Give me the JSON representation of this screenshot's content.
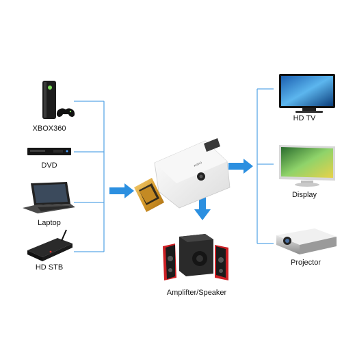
{
  "inputs": [
    {
      "label": "XBOX360",
      "icon": "xbox360-console-icon"
    },
    {
      "label": "DVD",
      "icon": "dvd-player-icon"
    },
    {
      "label": "Laptop",
      "icon": "laptop-icon"
    },
    {
      "label": "HD STB",
      "icon": "set-top-box-icon"
    }
  ],
  "outputs": [
    {
      "label": "HD TV",
      "icon": "hd-tv-icon"
    },
    {
      "label": "Display",
      "icon": "monitor-icon"
    },
    {
      "label": "Projector",
      "icon": "projector-icon"
    }
  ],
  "audio_output": {
    "label": "Amplifter/Speaker",
    "icon": "speaker-system-icon"
  },
  "adapter": {
    "icon": "hdmi-vga-adapter-icon",
    "port_label": "AUDIO"
  },
  "colors": {
    "connector_line": "#5aa8e6",
    "arrow": "#2b8fe0"
  }
}
